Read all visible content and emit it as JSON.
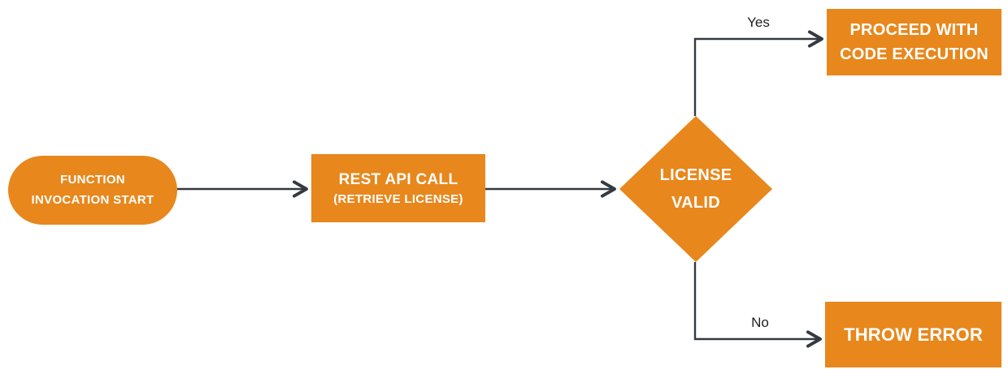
{
  "diagram": {
    "background_color": "#ffffff",
    "node_fill_color": "#e8871c",
    "node_text_color": "#ffffff",
    "connector_color": "#343a40",
    "edge_label_color": "#1f1f1f",
    "nodes": {
      "start": {
        "shape": "terminator",
        "lines": [
          "FUNCTION",
          "INVOCATION START"
        ]
      },
      "rest_api_call": {
        "shape": "process",
        "lines": [
          "REST API CALL",
          "(RETRIEVE LICENSE)"
        ]
      },
      "license_valid": {
        "shape": "decision",
        "lines": [
          "LICENSE",
          "VALID"
        ]
      },
      "proceed": {
        "shape": "process",
        "lines": [
          "PROCEED WITH",
          "CODE EXECUTION"
        ]
      },
      "throw_error": {
        "shape": "process",
        "lines": [
          "THROW ERROR"
        ]
      }
    },
    "edges": [
      {
        "from": "start",
        "to": "rest_api_call",
        "label": ""
      },
      {
        "from": "rest_api_call",
        "to": "license_valid",
        "label": ""
      },
      {
        "from": "license_valid",
        "to": "proceed",
        "label": "Yes"
      },
      {
        "from": "license_valid",
        "to": "throw_error",
        "label": "No"
      }
    ]
  }
}
